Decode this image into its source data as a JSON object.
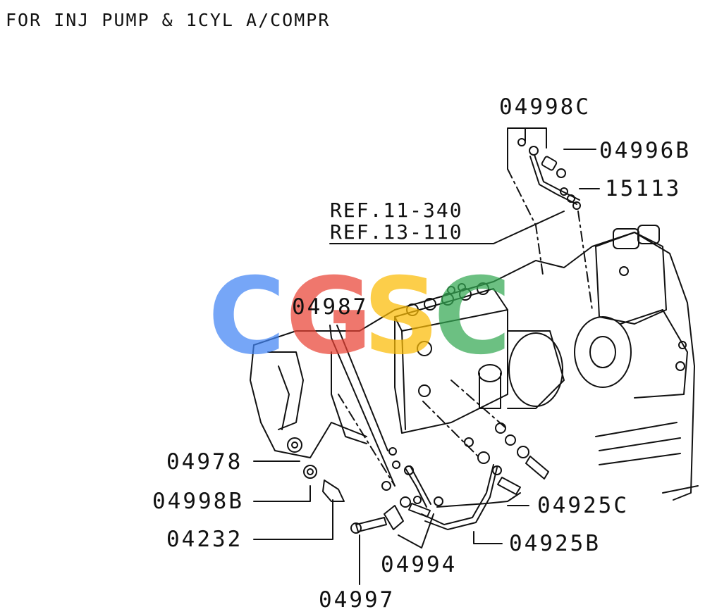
{
  "title": "FOR INJ PUMP & 1CYL A/COMPR",
  "refs": [
    "REF.11-340",
    "REF.13-110"
  ],
  "parts": {
    "p04998C": "04998C",
    "p04996B": "04996B",
    "p15113": "15113",
    "p04987": "04987",
    "p04978": "04978",
    "p04998B": "04998B",
    "p04232": "04232",
    "p04925C": "04925C",
    "p04925B": "04925B",
    "p04994": "04994",
    "p04997": "04997"
  },
  "watermark": {
    "letters": [
      "C",
      "G",
      "S",
      "C"
    ],
    "colors": [
      "#4285F4",
      "#EA4335",
      "#FBBC05",
      "#34A853"
    ]
  }
}
